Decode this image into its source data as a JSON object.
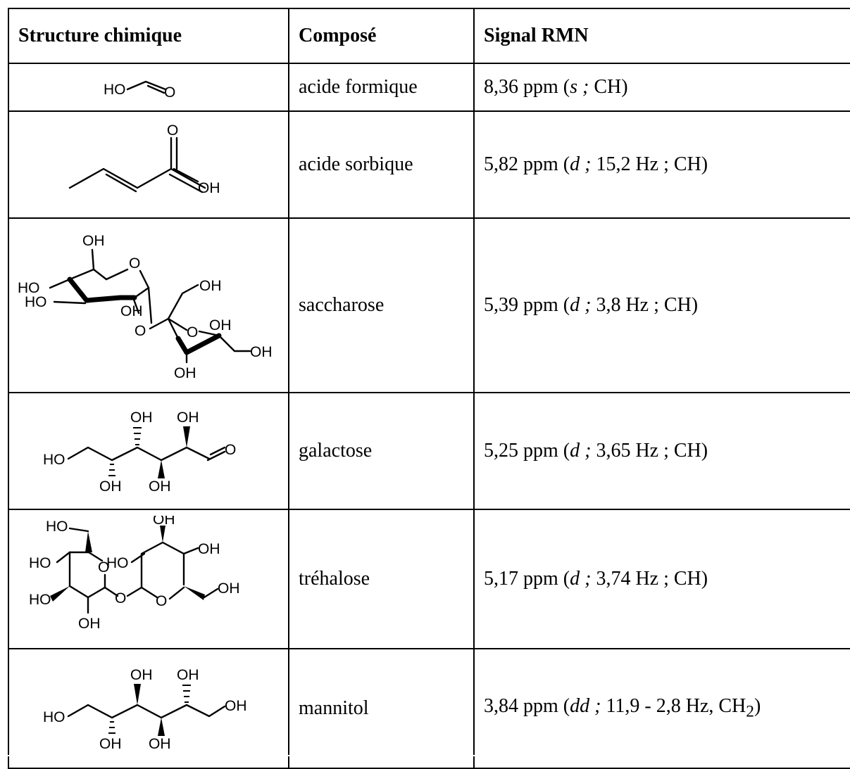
{
  "table": {
    "headers": {
      "structure": "Structure chimique",
      "compound": "Composé",
      "signal": "Signal RMN"
    },
    "rows": [
      {
        "compound": "acide formique",
        "shift": "8,36 ppm",
        "mult": "s",
        "detail": " CH)"
      },
      {
        "compound": "acide sorbique",
        "shift": "5,82 ppm",
        "mult": "d",
        "detail": " 15,2 Hz ; CH)"
      },
      {
        "compound": "saccharose",
        "shift": "5,39 ppm",
        "mult": "d",
        "detail": " 3,8 Hz ; CH)"
      },
      {
        "compound": "galactose",
        "shift": "5,25 ppm",
        "mult": "d",
        "detail": " 3,65 Hz ; CH)"
      },
      {
        "compound": "tréhalose",
        "shift": "5,17 ppm",
        "mult": "d",
        "detail": " 3,74 Hz ; CH)"
      },
      {
        "compound": "mannitol",
        "shift": "3,84 ppm",
        "mult": "dd",
        "detail": " 11,9 - 2,8 Hz, CH",
        "sub": "2",
        "tail": ")"
      }
    ]
  },
  "atoms": {
    "oh": "OH",
    "ho": "HO",
    "o": "O"
  }
}
